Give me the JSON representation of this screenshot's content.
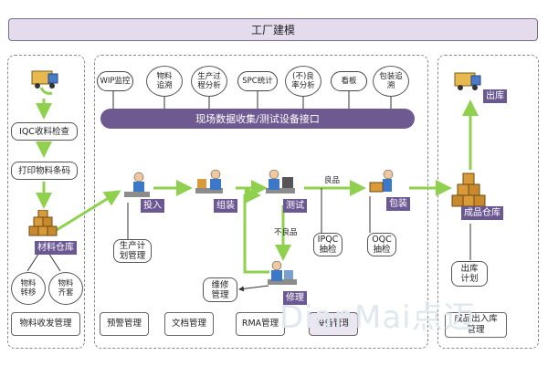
{
  "title": "工厂建模",
  "left_panel": {
    "iqc": "IQC收料检查",
    "print_label": "打印物料条码",
    "warehouse_tag": "材料仓库",
    "transfer": "物料\n转移",
    "kitting": "物料\n齐套",
    "bottom": "物料收发管理"
  },
  "center_panel": {
    "top_items": [
      "WIP监控",
      "物料\n追溯",
      "生产过\n程分析",
      "SPC统计",
      "(不)良\n率分析",
      "看板",
      "包装追\n溯"
    ],
    "interface": "现场数据收集/测试设备接口",
    "stations": {
      "input": "投入",
      "assembly": "组装",
      "test": "测试",
      "packing": "包装",
      "repair": "修理"
    },
    "good_label": "良品",
    "bad_label": "不良品",
    "plan": "生产计\n划管理",
    "ipqc": "IPQC\n抽检",
    "oqc": "OQC\n抽检",
    "repair_mgmt": "维修\n管理",
    "bottom": [
      "预警管理",
      "文档管理",
      "RMA管理",
      "设备管理"
    ]
  },
  "right_panel": {
    "out_tag": "出库",
    "warehouse_tag": "成品仓库",
    "plan": "出库\n计划",
    "bottom": "成品出入库\n管理"
  },
  "watermark": "DianMai点迈",
  "colors": {
    "arrow": "#8fd14f",
    "tag": "#6b5892",
    "title_bg": "#e4dbec"
  }
}
